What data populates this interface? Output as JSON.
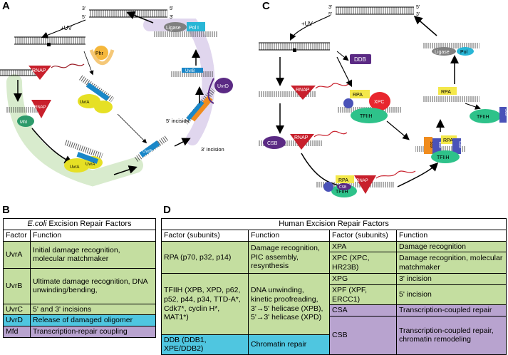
{
  "panels": {
    "a": "A",
    "b": "B",
    "c": "C",
    "d": "D"
  },
  "diagram_a": {
    "uv": "+UV",
    "strand_3": "3'",
    "strand_5": "5'",
    "phr": "Phr",
    "rnap": "RNAP",
    "mfd": "Mfd",
    "uvra": "UvrA",
    "uvrb": "UvrB",
    "uvrc": "UvrC",
    "uvrd": "UvrD",
    "ligase": "Ligase",
    "pol": "Pol I",
    "incision5": "5' incision",
    "incision3": "3' incision"
  },
  "diagram_c": {
    "uv": "+UV",
    "strand_3": "3'",
    "strand_5": "5'",
    "ddb": "DDB",
    "rnap": "RNAP",
    "rpa": "RPA",
    "xpc": "XPC",
    "xpa": "XPA",
    "xpb": "XPB",
    "xpd": "XPD",
    "xpf": "XPF",
    "xpg": "XPG",
    "tfiih": "TFIIH",
    "csb": "CSB",
    "ligase": "Ligase",
    "pol": "Pol"
  },
  "table_b": {
    "title_italic": "E.coli",
    "title_rest": " Excision Repair Factors",
    "headers": [
      "Factor",
      "Function"
    ],
    "rows": [
      {
        "factor": "UvrA",
        "function": "Initial damage recognition, molecular matchmaker",
        "color": "#c4dea0"
      },
      {
        "factor": "UvrB",
        "function": "Ultimate damage recognition, DNA unwinding/bending,",
        "color": "#c4dea0"
      },
      {
        "factor": "UvrC",
        "function": "5' and 3' incisions",
        "color": "#c4dea0"
      },
      {
        "factor": "UvrD",
        "function": "Release of damaged oligomer",
        "color": "#4fc6e0"
      },
      {
        "factor": "Mfd",
        "function": "Transcription-repair coupling",
        "color": "#b8a3cf"
      }
    ]
  },
  "table_d": {
    "title": "Human Excision Repair Factors",
    "headers": [
      "Factor (subunits)",
      "Function",
      "Factor (subunits)",
      "Function"
    ],
    "left": {
      "rpa": "RPA (p70, p32, p14)",
      "rpa_fn": "Damage recognition, PIC assembly, resynthesis",
      "tfiih": "TFIIH (XPB, XPD, p62, p52, p44, p34, TTD-A*, Cdk7*, cyclin H*, MAT1*)",
      "tfiih_fn": "DNA unwinding, kinetic proofreading, 3'→5' helicase (XPB), 5'→3' helicase (XPD)",
      "ddb": "DDB (DDB1, XPE/DDB2)",
      "ddb_fn": "Chromatin repair"
    },
    "right": {
      "xpa": "XPA",
      "xpa_fn": "Damage recognition",
      "xpc": "XPC (XPC, HR23B)",
      "xpc_fn": "Damage recognition, molecular matchmaker",
      "xpg": "XPG",
      "xpg_fn": "3' incision",
      "xpf": "XPF (XPF, ERCC1)",
      "xpf_fn": "5' incision",
      "csa": "CSA",
      "csa_fn": "Transcription-coupled repair",
      "csb": "CSB",
      "csb_fn": "Transcription-coupled repair, chromatin remodeling"
    }
  },
  "colors": {
    "green": "#c4dea0",
    "cyan": "#4fc6e0",
    "purple": "#b8a3cf",
    "rnap": "#c8202c",
    "uvra": "#e6e025",
    "uvrb": "#1a87c8",
    "uvrc": "#f08c1e",
    "uvrd": "#5b2a84",
    "phr": "#f5b73b",
    "tfiih": "#2ec28a",
    "xpc": "#e8262e",
    "rpa": "#f4e84a",
    "xpb_xpd": "#4a52b8",
    "xpf": "#f08c1e",
    "ligase": "#808080",
    "pol": "#29b6d6"
  }
}
